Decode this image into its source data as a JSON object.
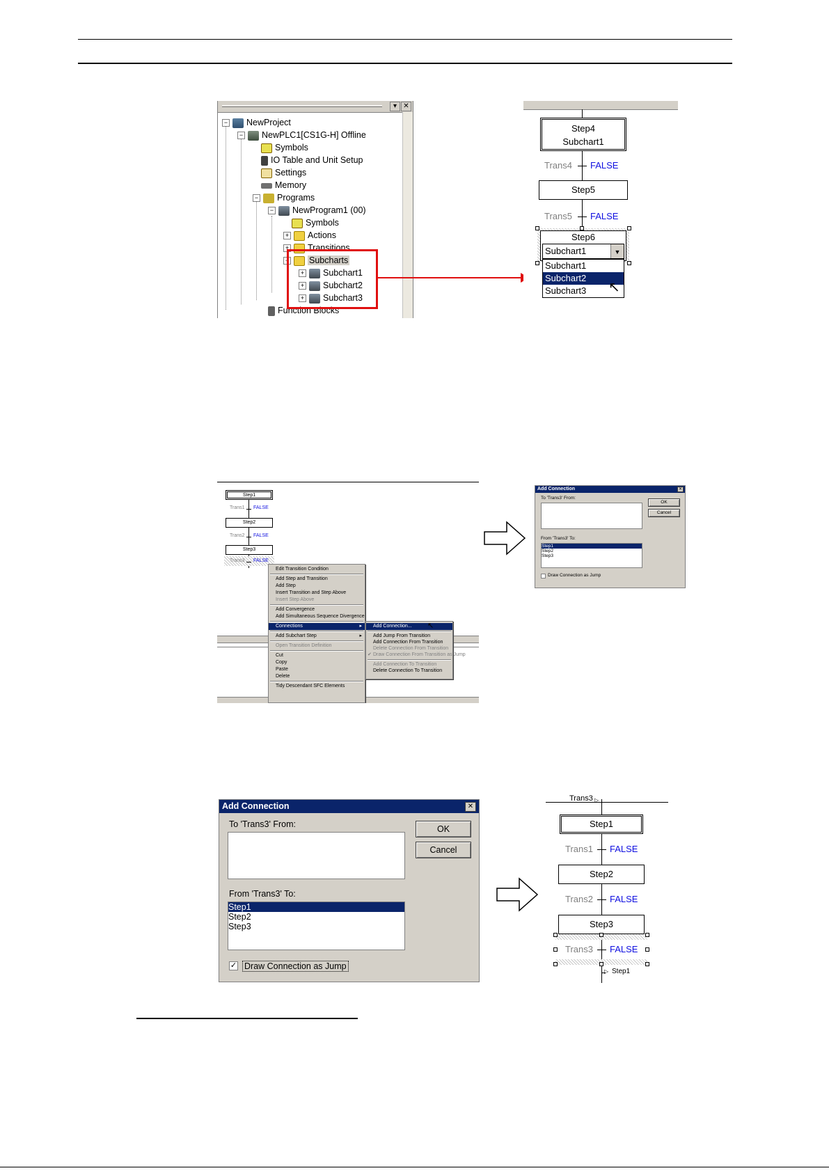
{
  "tree": {
    "project": "NewProject",
    "plc": "NewPLC1[CS1G-H] Offline",
    "symbols": "Symbols",
    "io_table": "IO Table and Unit Setup",
    "settings": "Settings",
    "memory": "Memory",
    "programs": "Programs",
    "program1": "NewProgram1 (00)",
    "prog_symbols": "Symbols",
    "actions": "Actions",
    "transitions": "Transitions",
    "subcharts": "Subcharts",
    "subchart1": "Subchart1",
    "subchart2": "Subchart2",
    "subchart3": "Subchart3",
    "function_blocks": "Function Blocks"
  },
  "sfc1": {
    "step4_line1": "Step4",
    "step4_line2": "Subchart1",
    "trans4": "Trans4",
    "step5": "Step5",
    "trans5": "Trans5",
    "step6": "Step6",
    "false_label": "FALSE",
    "combo_value": "Subchart1",
    "options": [
      "Subchart1",
      "Subchart2",
      "Subchart3"
    ]
  },
  "sfc2": {
    "step1": "Step1",
    "trans1": "Trans1",
    "step2": "Step2",
    "trans2": "Trans2",
    "step3": "Step3",
    "trans3": "Trans3",
    "false_label": "FALSE"
  },
  "context_menu": {
    "items": [
      "Edit Transition Condition",
      "Add Step and Transition",
      "Add Step",
      "Insert Transition and Step Above",
      "Insert Step Above",
      "Add Convergence",
      "Add Simultaneous Sequence Divergence",
      "Connections",
      "Add Subchart Step",
      "Open Transition Definition",
      "Cut",
      "Copy",
      "Paste",
      "Delete",
      "Tidy Descendant SFC Elements"
    ],
    "submenu": [
      "Add Connection...",
      "Add Jump From Transition",
      "Add Connection From Transition",
      "Delete Connection From Transition",
      "Draw Connection From Transition as Jump",
      "Add Connection To Transition",
      "Delete Connection To Transition"
    ]
  },
  "dialog_small": {
    "title": "Add Connection",
    "to_label": "To 'Trans3' From:",
    "from_label": "From 'Trans3' To:",
    "ok": "OK",
    "cancel": "Cancel",
    "items": [
      "Step1",
      "Step2",
      "Step3"
    ],
    "checkbox_label": "Draw Connection as Jump"
  },
  "dialog_large": {
    "title": "Add Connection",
    "to_label": "To 'Trans3' From:",
    "from_label": "From 'Trans3' To:",
    "ok": "OK",
    "cancel": "Cancel",
    "items": [
      "Step1",
      "Step2",
      "Step3"
    ],
    "checkbox_label": "Draw Connection as Jump",
    "checkbox_mark": "✓"
  },
  "sfc3": {
    "top_jump": "Trans3",
    "step1": "Step1",
    "trans1": "Trans1",
    "step2": "Step2",
    "trans2": "Trans2",
    "step3": "Step3",
    "trans3": "Trans3",
    "false_label": "FALSE",
    "bottom_jump": "Step1"
  },
  "colors": {
    "selection": "#0a246a",
    "false_text": "#1010e0",
    "highlight_box": "#e01010"
  }
}
